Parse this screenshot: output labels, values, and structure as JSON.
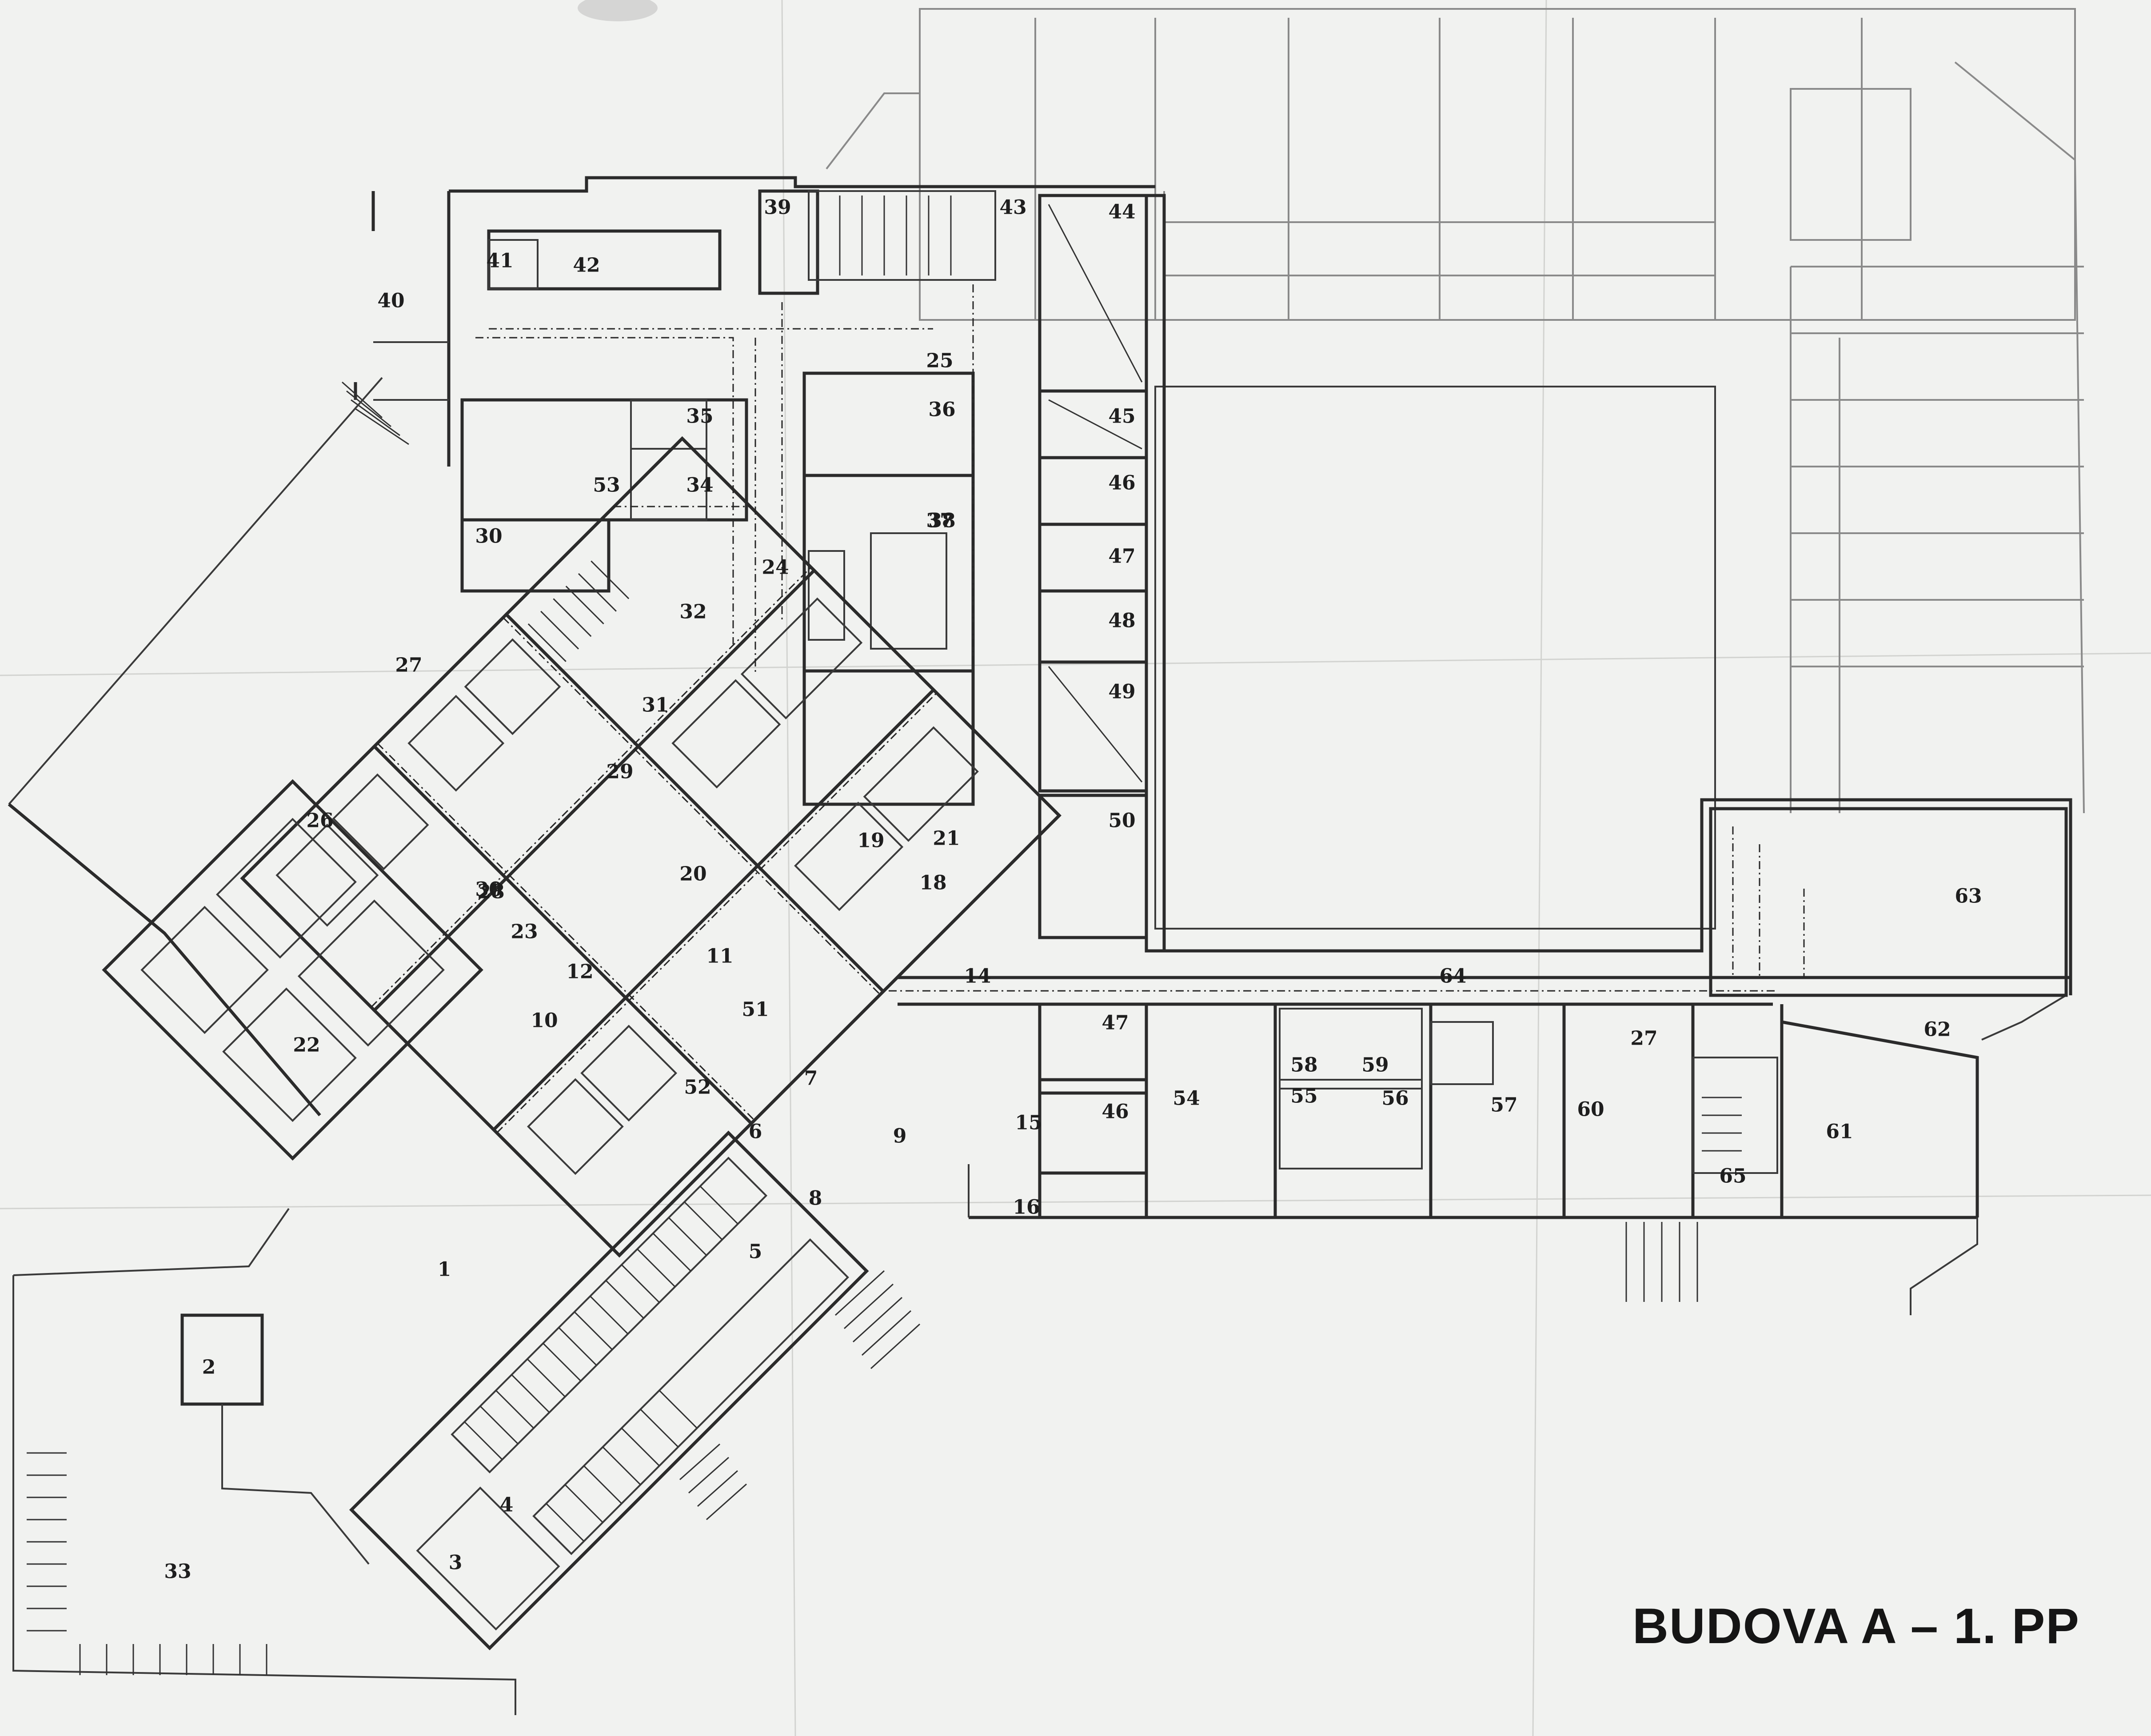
{
  "title": "BUDOVA A – 1. PP",
  "colors": {
    "paper": "#f1f2f0",
    "ink": "#1e1e1e"
  },
  "room_labels": [
    "40",
    "41",
    "42",
    "39",
    "43",
    "44",
    "45",
    "46",
    "47",
    "48",
    "49",
    "50",
    "25",
    "36",
    "38",
    "35",
    "53",
    "34",
    "30",
    "37",
    "32",
    "31",
    "24",
    "26",
    "27",
    "28",
    "29",
    "30",
    "22",
    "23",
    "10",
    "12",
    "20",
    "11",
    "19",
    "21",
    "18",
    "51",
    "52",
    "7",
    "6",
    "8",
    "9",
    "47",
    "46",
    "15",
    "16",
    "54",
    "55",
    "56",
    "57",
    "58",
    "59",
    "60",
    "27",
    "61",
    "62",
    "63",
    "64",
    "65",
    "1",
    "2",
    "3",
    "4",
    "5",
    "33",
    "14"
  ]
}
